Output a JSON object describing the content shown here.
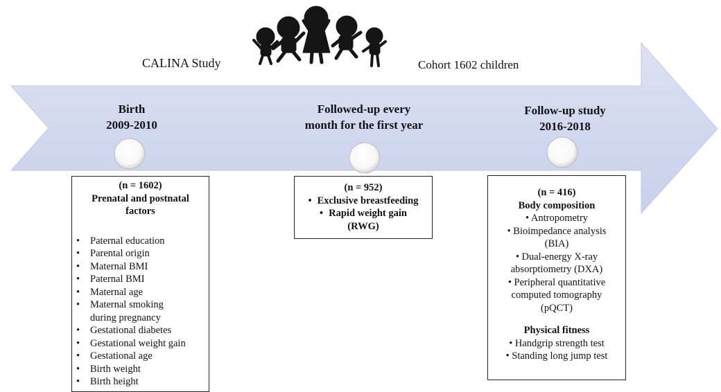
{
  "header": {
    "study_label": "CALINA Study",
    "cohort_label": "Cohort 1602 children"
  },
  "milestones": [
    {
      "title_line1": "Birth",
      "title_line2": "2009-2010"
    },
    {
      "title_line1": "Followed-up every",
      "title_line2": "month for the first year"
    },
    {
      "title_line1": "Follow-up study",
      "title_line2": "2016-2018"
    }
  ],
  "box_birth": {
    "n": "(n = 1602)",
    "heading_line1": "Prenatal and postnatal",
    "heading_line2": "factors",
    "items": [
      "Paternal education",
      "Parental origin",
      "Maternal BMI",
      "Paternal BMI",
      "Maternal age",
      "Maternal smoking",
      "during pregnancy",
      "Gestational diabetes",
      "Gestational weight gain",
      "Gestational age",
      "Birth weight",
      "Birth height"
    ]
  },
  "box_followup": {
    "n": "(n = 952)",
    "item1": "Exclusive breastfeeding",
    "item2_line1": "Rapid weight gain",
    "item2_line2": "(RWG)"
  },
  "box_study": {
    "n": "(n = 416)",
    "section1_title": "Body composition",
    "section1_lines": [
      "• Antropometry",
      "• Bioimpedance analysis",
      "(BIA)",
      "• Dual-energy X-ray",
      "absorptiometry (DXA)",
      "• Peripheral quantitative",
      "computed tomography",
      "(pQCT)"
    ],
    "section2_title": "Physical fitness",
    "section2_lines": [
      "• Handgrip strength test",
      "• Standing long jump test"
    ]
  },
  "colors": {
    "arrow_fill": "#d3d9ee",
    "arrow_edge": "#b9c2e0",
    "silhouette": "#151515",
    "border": "#222222"
  },
  "icons": [
    "children-silhouette-icon",
    "circle-marker-icon"
  ]
}
